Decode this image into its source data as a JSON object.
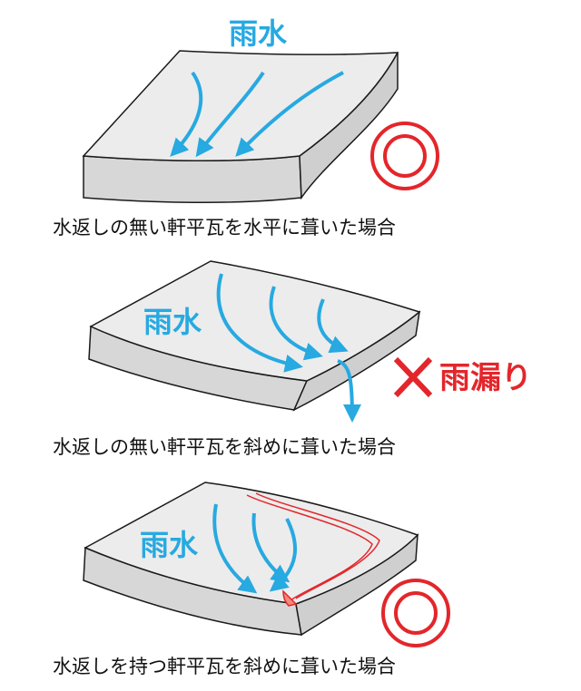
{
  "colors": {
    "rain": "#27a9e1",
    "mark_red": "#e3262b",
    "tile_top": "#ececec",
    "tile_side": "#d7d7d7",
    "outline": "#1a1a1a",
    "flange_fill": "#f08a7a"
  },
  "panels": [
    {
      "rain_label": "雨水",
      "caption": "水返しの無い軒平瓦を水平に葺いた場合",
      "verdict": "double-circle-ok"
    },
    {
      "rain_label": "雨水",
      "caption": "水返しの無い軒平瓦を斜めに葺いた場合",
      "verdict": "cross-ng",
      "verdict_label": "雨漏り"
    },
    {
      "rain_label": "雨水",
      "caption": "水返しを持つ軒平瓦を斜めに葺いた場合",
      "verdict": "double-circle-ok"
    }
  ]
}
